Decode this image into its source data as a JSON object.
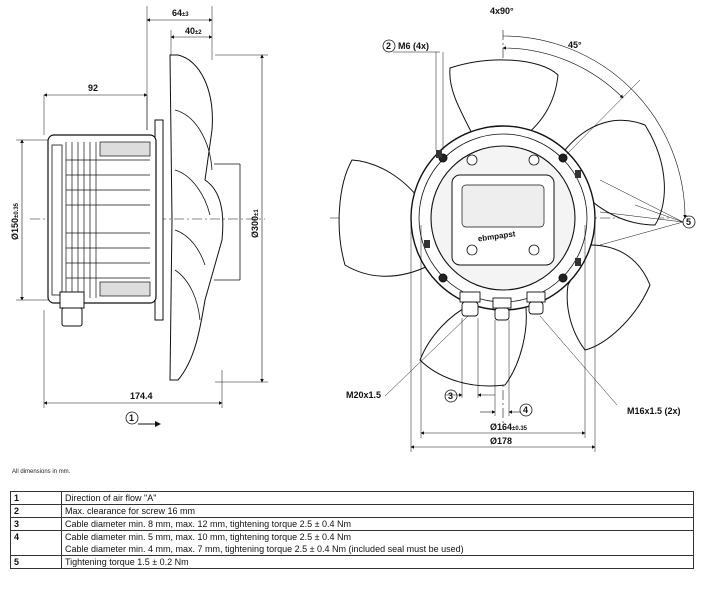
{
  "side_view": {
    "dim_64": "64",
    "dim_64_tol": "±3",
    "dim_40": "40",
    "dim_40_tol": "±2",
    "dim_92": "92",
    "dim_150": "Ø150",
    "dim_150_tol": "±0.35",
    "dim_300": "Ø300",
    "dim_300_tol": "±1",
    "dim_174": "174.4",
    "callout_1": "1"
  },
  "front_view": {
    "angle_4x90": "4x90°",
    "angle_45": "45°",
    "callout_2": "2",
    "m6_label": "M6 (4x)",
    "callout_5": "5",
    "m20_label": "M20x1.5",
    "m16_label": "M16x1.5 (2x)",
    "callout_3": "3",
    "callout_4": "4",
    "dim_164": "Ø164",
    "dim_164_tol": "±0.35",
    "dim_178": "Ø178",
    "brand_logo": "ebmpapst"
  },
  "note": "All dimensions in mm.",
  "legend": [
    {
      "num": "1",
      "lines": [
        "Direction of air flow \"A\""
      ]
    },
    {
      "num": "2",
      "lines": [
        "Max. clearance for screw 16 mm"
      ]
    },
    {
      "num": "3",
      "lines": [
        "Cable diameter min. 8 mm, max. 12 mm, tightening torque 2.5 ± 0.4 Nm"
      ]
    },
    {
      "num": "4",
      "lines": [
        "Cable diameter min. 5 mm, max. 10 mm, tightening torque 2.5 ± 0.4 Nm",
        "Cable diameter min. 4 mm, max. 7 mm, tightening torque 2.5 ± 0.4 Nm (included seal must be used)"
      ]
    },
    {
      "num": "5",
      "lines": [
        "Tightening torque 1.5 ± 0.2 Nm"
      ]
    }
  ]
}
